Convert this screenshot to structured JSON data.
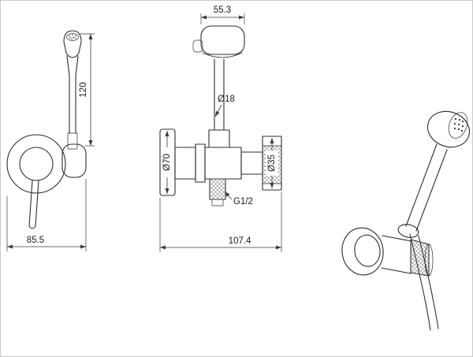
{
  "drawing": {
    "dimensions": {
      "head_width": "55.3",
      "sprayer_height": "120",
      "hose_diameter": "Ø18",
      "flange_diameter": "Ø70",
      "knob_diameter": "Ø35",
      "outlet_thread": "G1/2",
      "side_view_width": "85.5",
      "front_view_width": "107.4"
    }
  }
}
